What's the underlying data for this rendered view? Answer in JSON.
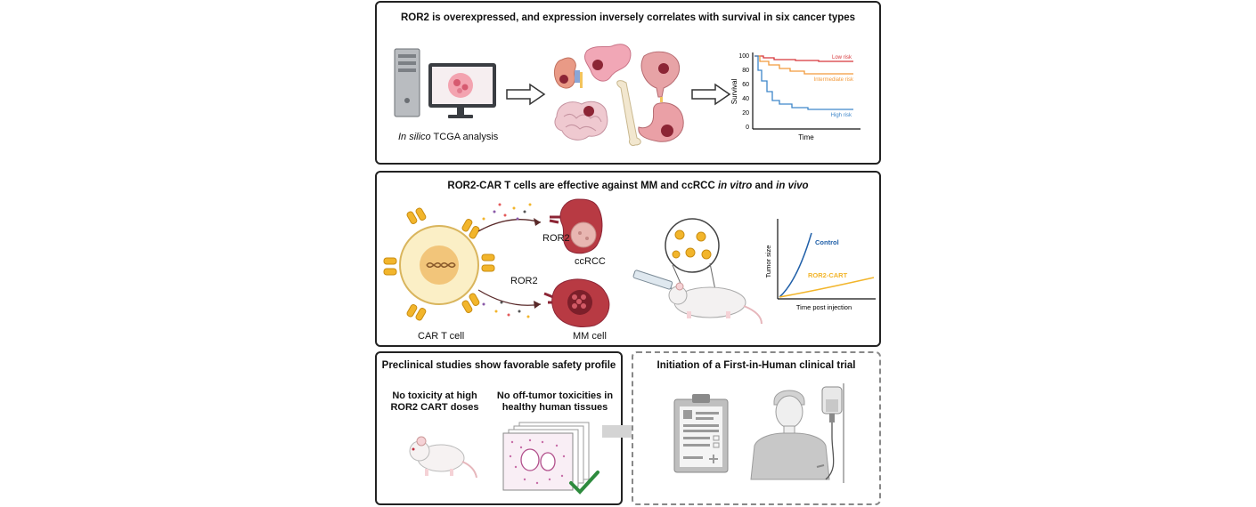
{
  "panel1": {
    "title": "ROR2 is overexpressed, and expression inversely correlates with survival in six cancer types",
    "caption_italic": "In silico",
    "caption_rest": " TCGA analysis",
    "km": {
      "ylabel": "Survival",
      "xlabel": "Time",
      "yticks": [
        "100",
        "80",
        "60",
        "40",
        "20",
        "0"
      ],
      "low": "Low risk",
      "intermediate": "Intermediate risk",
      "high": "High risk",
      "colors": {
        "low": "#d6363a",
        "intermediate": "#f29a3c",
        "high": "#3d86c9"
      }
    }
  },
  "panel2": {
    "title_a": "ROR2-CAR T cells are effective against MM and ccRCC ",
    "title_b": "in vitro",
    "title_c": " and ",
    "title_d": "in vivo",
    "ror2_top": "ROR2",
    "ror2_bottom": "ROR2",
    "ccrcc": "ccRCC",
    "mm_cell": "MM cell",
    "car_t": "CAR T cell",
    "tumor": {
      "ylabel": "Tumor size",
      "xlabel": "Time post injection",
      "control": "Control",
      "rorcart": "ROR2-CART",
      "colors": {
        "control": "#1f5fa8",
        "rorcart": "#f2b52b"
      }
    }
  },
  "panel3": {
    "title": "Preclinical studies show favorable safety profile",
    "left_line1": "No toxicity at high",
    "left_line2": "ROR2 CART doses",
    "right_line1": "No off-tumor toxicities in",
    "right_line2": "healthy human tissues"
  },
  "panel4": {
    "title": "Initiation of a First-in-Human clinical trial"
  }
}
